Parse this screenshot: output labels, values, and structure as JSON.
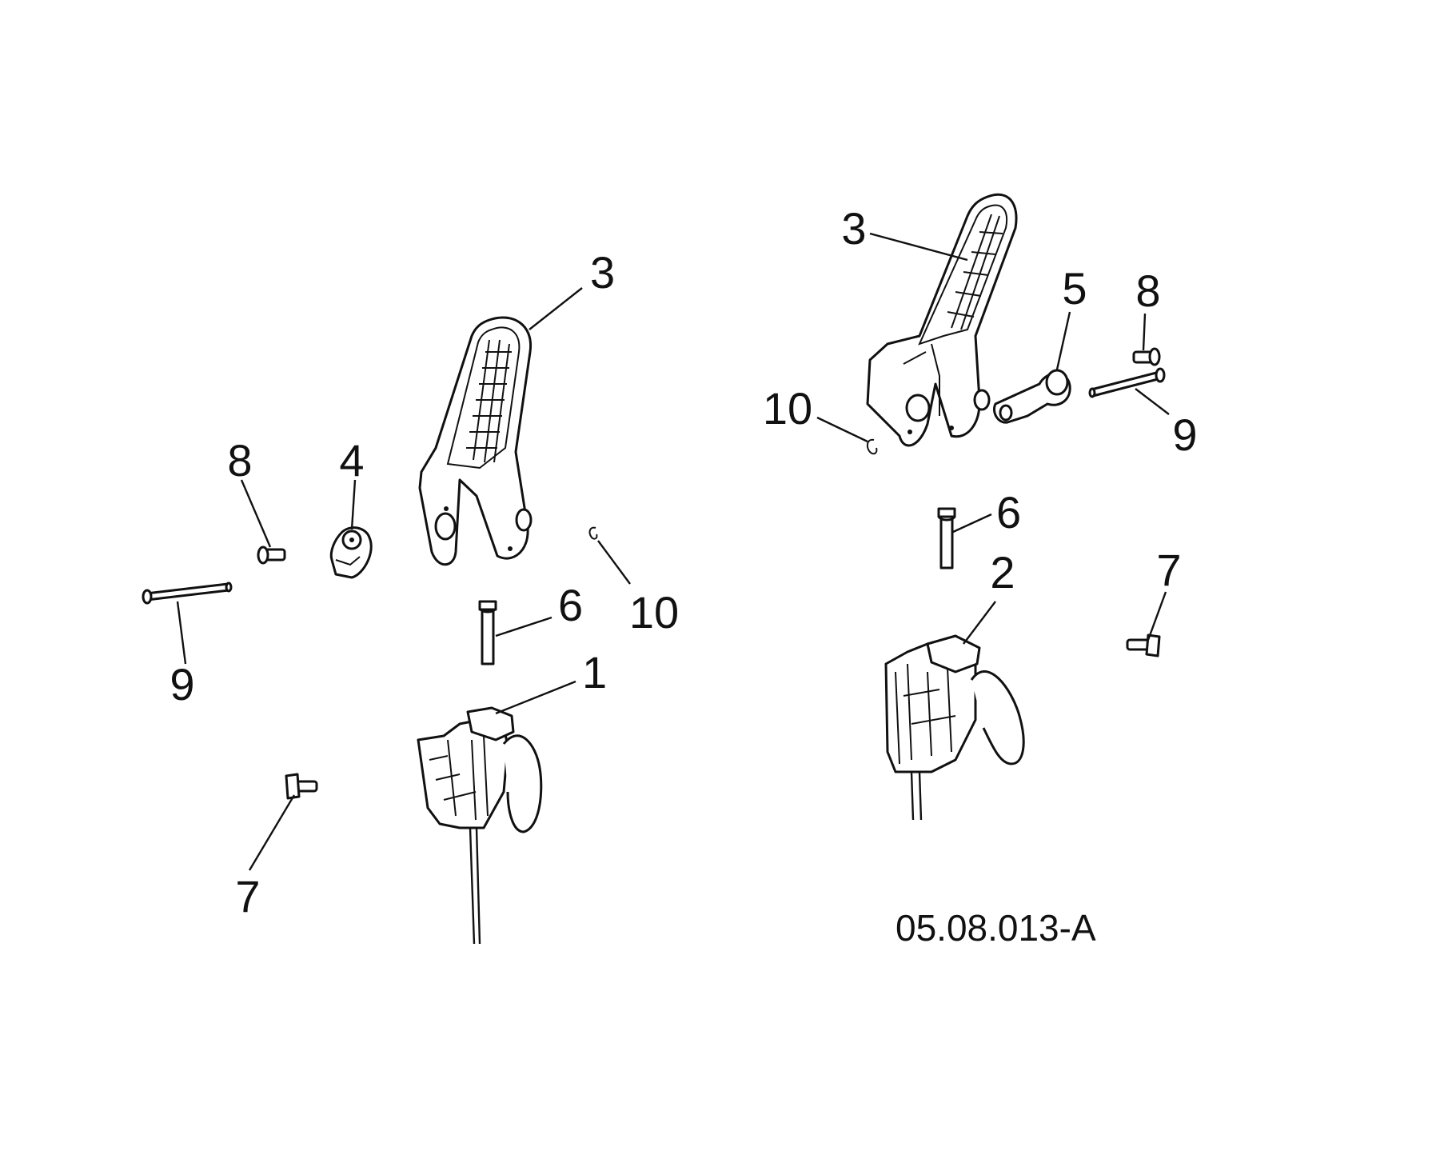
{
  "diagram_code": "05.08.013-A",
  "callouts_left": {
    "part_1": "1",
    "part_3": "3",
    "part_4": "4",
    "part_6": "6",
    "part_7": "7",
    "part_8": "8",
    "part_9": "9",
    "part_10": "10"
  },
  "callouts_right": {
    "part_2": "2",
    "part_3": "3",
    "part_5": "5",
    "part_6": "6",
    "part_7": "7",
    "part_8": "8",
    "part_9": "9",
    "part_10": "10"
  }
}
